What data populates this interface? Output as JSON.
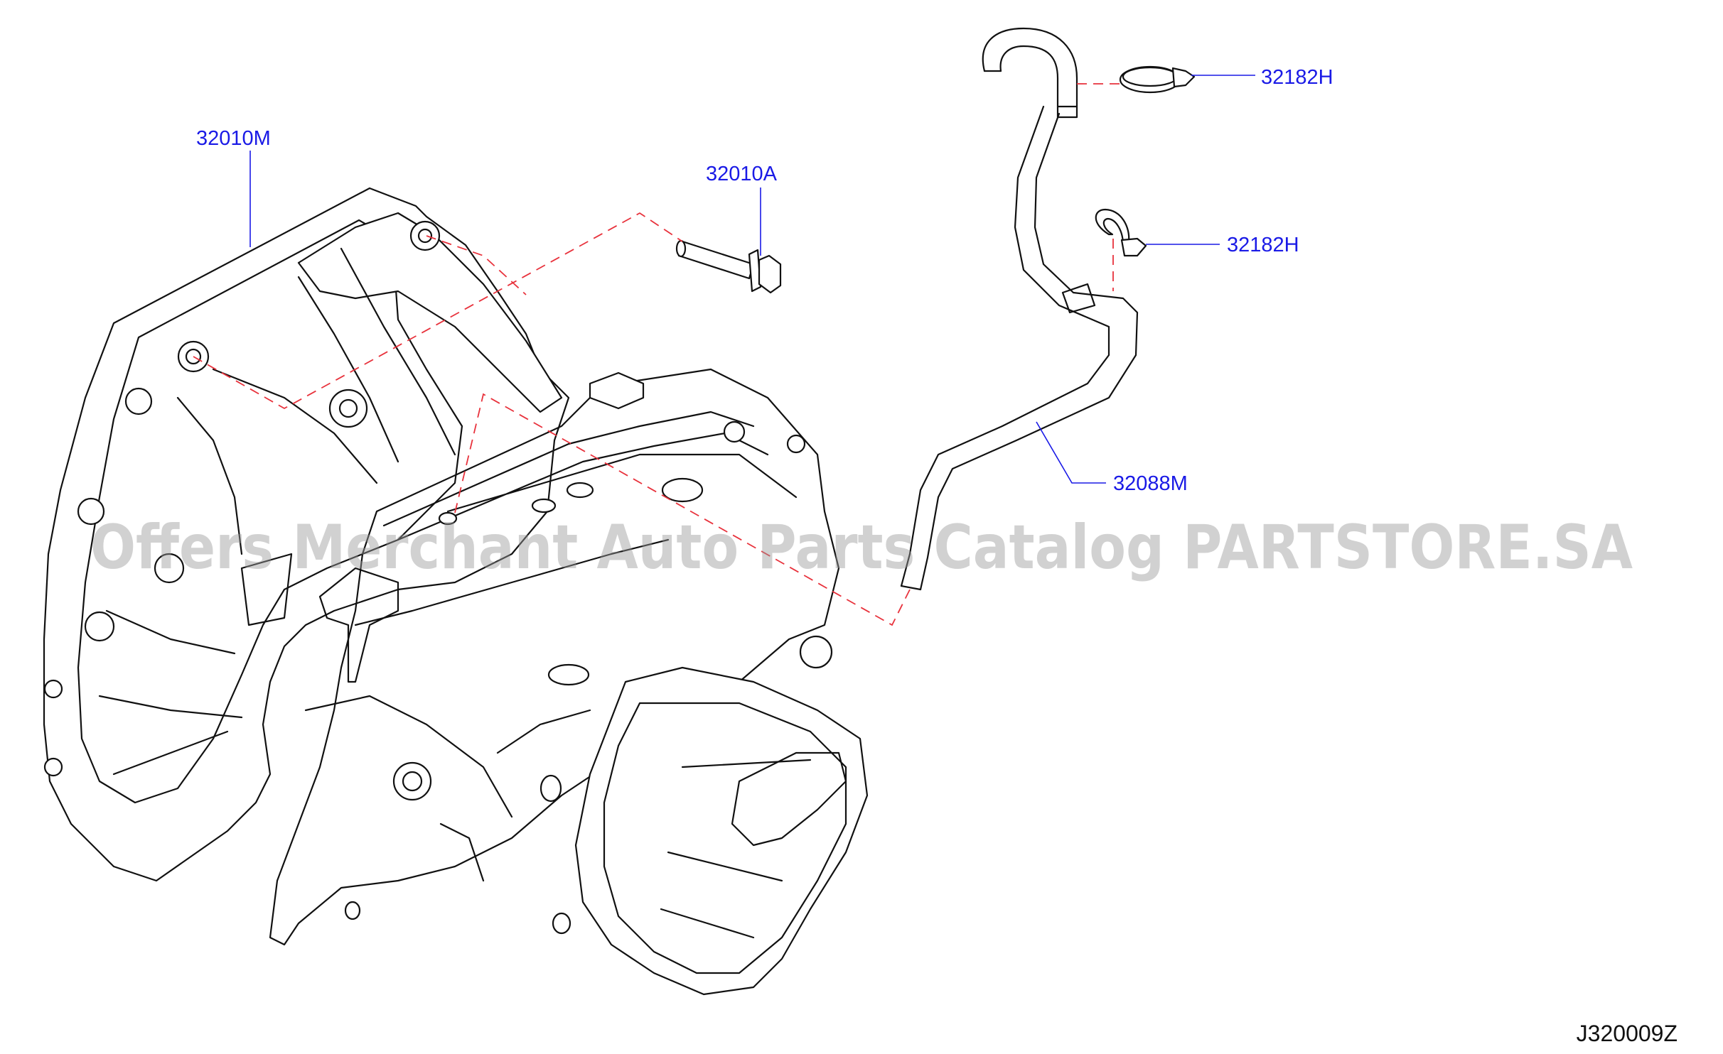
{
  "parts": {
    "transaxle": {
      "label": "32010M"
    },
    "bolt": {
      "label": "32010A"
    },
    "clip_upper": {
      "label": "32182H"
    },
    "clip_lower": {
      "label": "32182H"
    },
    "breather_hose": {
      "label": "32088M"
    }
  },
  "reference_code": "J320009Z",
  "watermark": "Offers Merchant Auto Parts Catalog PARTSTORE.SA",
  "colors": {
    "label_text": "#1a1ae6",
    "leader_line": "#1a1ae6",
    "dashed_guide": "#e8323c",
    "outline": "#111111",
    "watermark": "#9a9a9a"
  }
}
